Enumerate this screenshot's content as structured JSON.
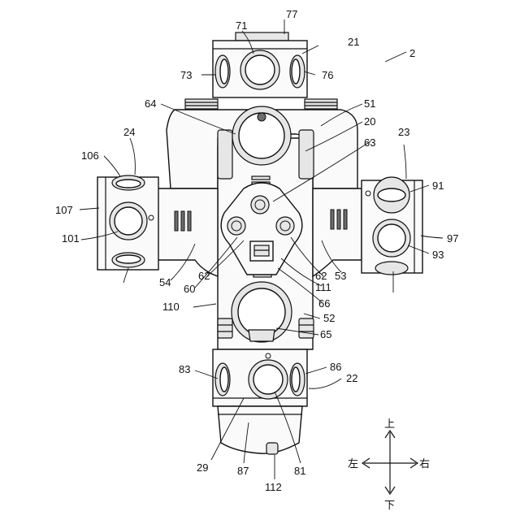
{
  "figure": {
    "reference_labels": [
      "77",
      "71",
      "21",
      "2",
      "73",
      "76",
      "64",
      "51",
      "20",
      "24",
      "23",
      "63",
      "106",
      "91",
      "107",
      "101",
      "97",
      "93",
      "62",
      "62",
      "54",
      "53",
      "60",
      "111",
      "110",
      "66",
      "52",
      "65",
      "83",
      "86",
      "22",
      "29",
      "87",
      "81",
      "112"
    ],
    "direction_indicator": {
      "up": "上",
      "down": "下",
      "left": "左",
      "right": "右"
    }
  }
}
